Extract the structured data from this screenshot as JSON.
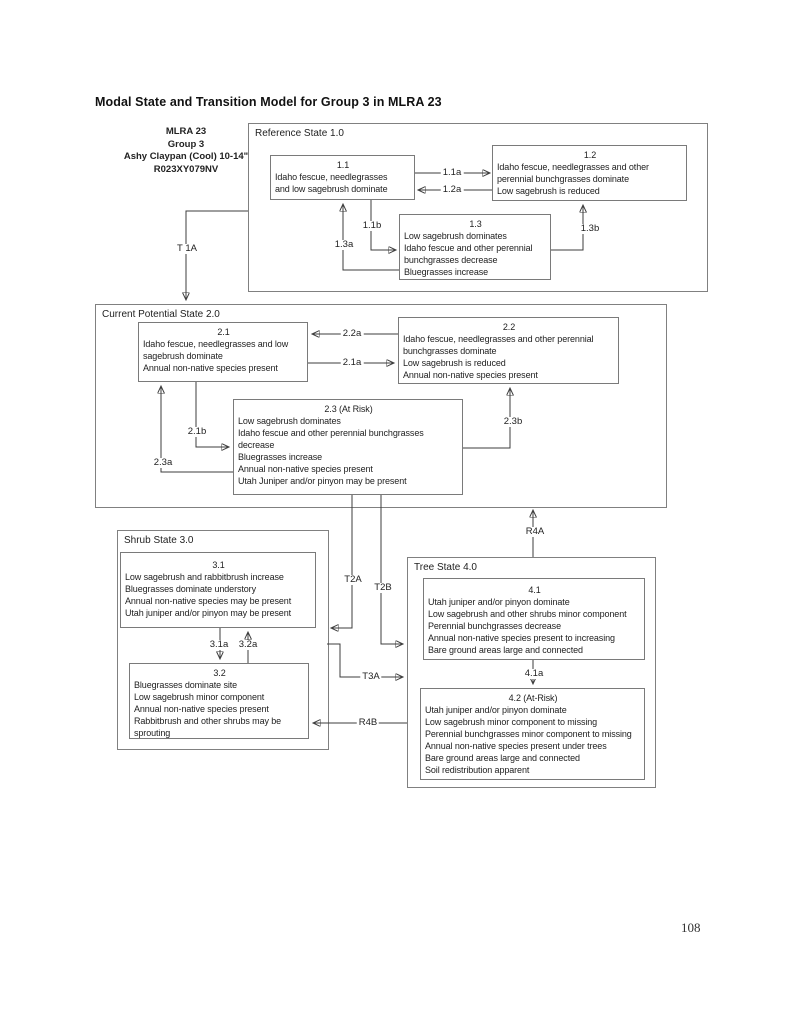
{
  "page": {
    "title": "Modal State and Transition Model for Group 3 in MLRA 23",
    "page_number": "108"
  },
  "header": {
    "text": "MLRA 23\nGroup 3\nAshy Claypan (Cool) 10-14\"\nR023XY079NV"
  },
  "containers": {
    "reference": {
      "label": "Reference State 1.0"
    },
    "current_potential": {
      "label": "Current Potential State 2.0"
    },
    "shrub": {
      "label": "Shrub State 3.0"
    },
    "tree": {
      "label": "Tree State 4.0"
    }
  },
  "boxes": {
    "b11": {
      "title": "1.1",
      "body": "Idaho fescue, needlegrasses\nand low sagebrush dominate"
    },
    "b12": {
      "title": "1.2",
      "body": "Idaho fescue, needlegrasses and other\nperennial bunchgrasses dominate\nLow sagebrush is reduced"
    },
    "b13": {
      "title": "1.3",
      "body": "Low sagebrush dominates\nIdaho fescue and other perennial\nbunchgrasses decrease\nBluegrasses increase"
    },
    "b21": {
      "title": "2.1",
      "body": "Idaho fescue, needlegrasses and low\nsagebrush dominate\nAnnual non-native species present"
    },
    "b22": {
      "title": "2.2",
      "body": "Idaho fescue, needlegrasses and other perennial\nbunchgrasses dominate\nLow sagebrush is reduced\nAnnual non-native species present"
    },
    "b23": {
      "title": "2.3 (At Risk)",
      "body": "Low sagebrush dominates\nIdaho fescue and other perennial bunchgrasses\ndecrease\nBluegrasses increase\nAnnual non-native species present\nUtah Juniper and/or pinyon may be present"
    },
    "b31": {
      "title": "3.1",
      "body": "Low sagebrush and rabbitbrush increase\nBluegrasses dominate understory\nAnnual non-native species may be present\nUtah juniper and/or pinyon may be present"
    },
    "b32": {
      "title": "3.2",
      "body": "Bluegrasses dominate site\nLow sagebrush minor component\nAnnual non-native species present\nRabbitbrush and other shrubs may be\nsprouting"
    },
    "b41": {
      "title": "4.1",
      "body": "Utah juniper and/or pinyon dominate\nLow sagebrush and other shrubs minor component\nPerennial bunchgrasses decrease\nAnnual non-native species present to increasing\nBare ground areas large and connected"
    },
    "b42": {
      "title": "4.2 (At-Risk)",
      "body": "Utah juniper and/or pinyon dominate\nLow sagebrush minor component to missing\nPerennial bunchgrasses minor component to missing\nAnnual non-native species present under trees\nBare ground areas large and connected\nSoil redistribution apparent"
    }
  },
  "transitions": {
    "a11a": "1.1a",
    "a12a": "1.2a",
    "a11b": "1.1b",
    "a13a": "1.3a",
    "a13b": "1.3b",
    "t1a": "T 1A",
    "a22a": "2.2a",
    "a21a": "2.1a",
    "a21b": "2.1b",
    "a23a": "2.3a",
    "a23b": "2.3b",
    "t2a": "T2A",
    "t2b": "T2B",
    "t3a": "T3A",
    "r4a": "R4A",
    "r4b": "R4B",
    "a31a": "3.1a",
    "a32a": "3.2a",
    "a41a": "4.1a"
  },
  "colors": {
    "box_border": "#808080",
    "arrow_line": "#3c3c3c",
    "text": "#222222",
    "background": "#ffffff"
  }
}
